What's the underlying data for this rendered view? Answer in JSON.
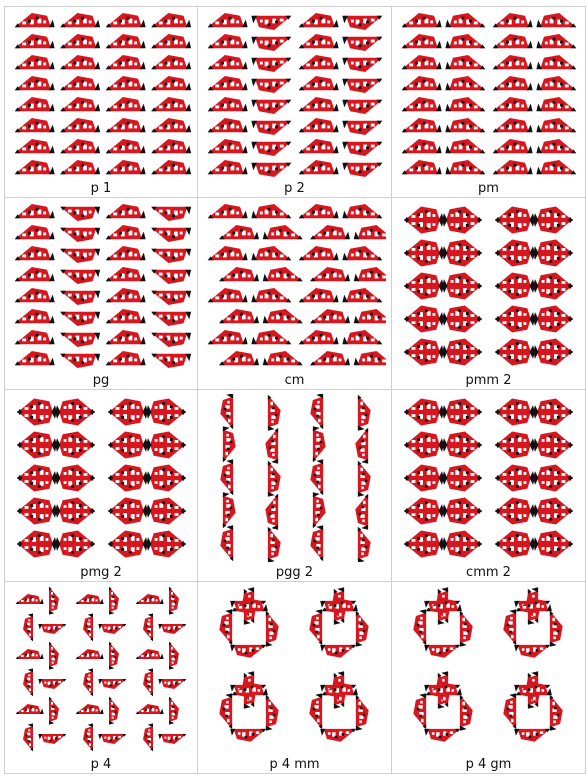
{
  "colors": {
    "red": "#d7171f",
    "black": "#111111",
    "white": "#ffffff",
    "border": "#cfcfcf"
  },
  "motif": "embroidered triangular folk ornament (leaf-shaped), red and black",
  "panels": [
    {
      "label": "p 1",
      "arrangement": "translation"
    },
    {
      "label": "p 2",
      "arrangement": "half-turn"
    },
    {
      "label": "pm",
      "arrangement": "mirror"
    },
    {
      "label": "pg",
      "arrangement": "glide"
    },
    {
      "label": "cm",
      "arrangement": "centered-mirror"
    },
    {
      "label": "pmm 2",
      "arrangement": "two-mirrors"
    },
    {
      "label": "pmg 2",
      "arrangement": "mirror-glide"
    },
    {
      "label": "pgg 2",
      "arrangement": "two-glides"
    },
    {
      "label": "cmm 2",
      "arrangement": "centered-two-mirrors"
    },
    {
      "label": "p 4",
      "arrangement": "quarter-turn"
    },
    {
      "label": "p 4 mm",
      "arrangement": "quarter-turn-mirrors"
    },
    {
      "label": "p 4 gm",
      "arrangement": "quarter-turn-glide"
    }
  ]
}
